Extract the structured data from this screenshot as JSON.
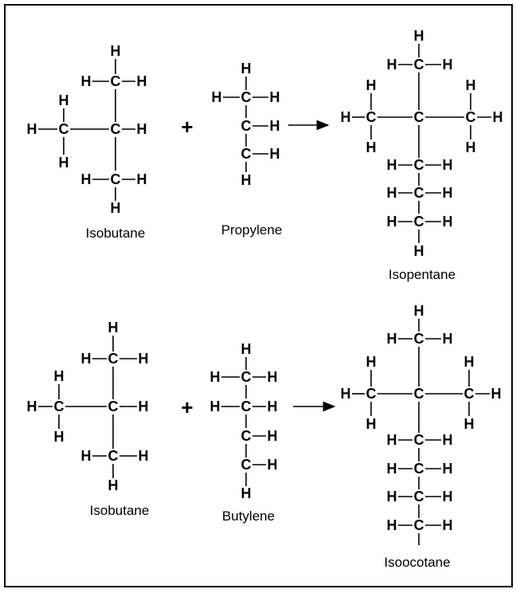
{
  "atoms": {
    "carbon": "C",
    "hydrogen": "H"
  },
  "operator": "+",
  "reaction1": {
    "reactant1_name": "Isobutane",
    "reactant2_name": "Propylene",
    "product_name": "Isopentane"
  },
  "reaction2": {
    "reactant1_name": "Isobutane",
    "reactant2_name": "Butylene",
    "product_name": "Isoocotane"
  },
  "colors": {
    "ink": "#000000",
    "background": "#ffffff"
  }
}
